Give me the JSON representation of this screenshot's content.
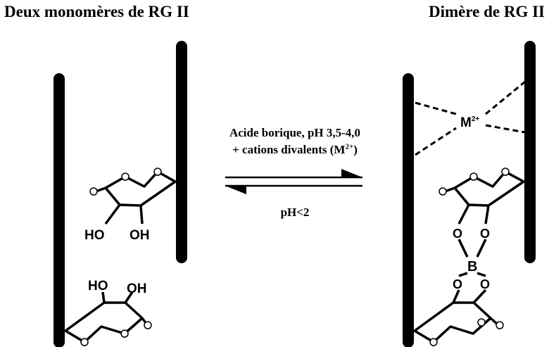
{
  "titles": {
    "left": "Deux monomères de RG II",
    "right": "Dimère de RG II"
  },
  "conditions": {
    "forward_line1": "Acide borique, pH 3,5-4,0",
    "forward_line2_prefix": "+ cations divalents (M",
    "forward_line2_sup": "2+",
    "forward_line2_suffix": ")",
    "reverse": "pH<2"
  },
  "labels": {
    "ho": "HO",
    "oh": "OH",
    "metal_base": "M",
    "metal_charge": "2+",
    "oxygen": "O",
    "boron": "B"
  },
  "colors": {
    "ink": "#000000",
    "background": "#ffffff"
  }
}
